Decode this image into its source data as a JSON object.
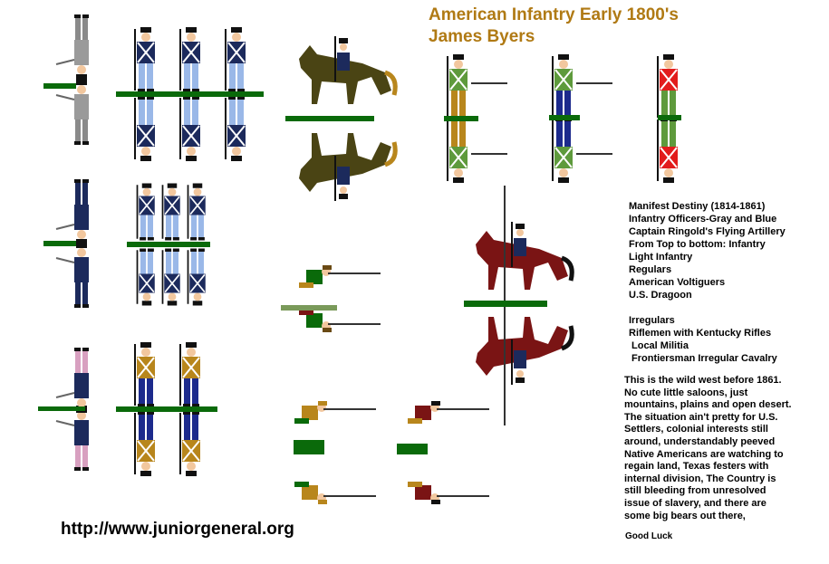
{
  "title_line1": "American Infantry Early 1800's",
  "title_line2": "James Byers",
  "legend": [
    "Manifest Destiny (1814-1861)",
    "Infantry Officers-Gray and Blue",
    "Captain Ringold's Flying Artillery",
    "From Top to bottom: Infantry",
    "Light Infantry",
    "Regulars",
    "American Voltiguers",
    "U.S. Dragoon",
    "",
    "Irregulars",
    "Riflemen with Kentucky Rifles",
    "Local Militia",
    "Frontiersman Irregular Cavalry"
  ],
  "description_lines": [
    "This is the wild west before 1861.",
    "No cute little saloons, just",
    "mountains, plains and open desert.",
    "The situation ain't pretty for U.S.",
    "Settlers, colonial interests still",
    "around, understandably peeved",
    "Native Americans are watching to",
    "regain    land, Texas festers with",
    "internal division, The Country is",
    "still bleeding from unresolved",
    "issue of slavery, and there are",
    "some big bears out there,"
  ],
  "sign_off": "Good Luck",
  "url": "http://www.juniorgeneral.org",
  "colors": {
    "title": "#b07a14",
    "base_green": "#0a6a0a",
    "navy": "#1c2a5c",
    "light_blue": "#9ab8e8",
    "gray": "#9a9a9a",
    "brown_horse": "#4a4414",
    "red_horse": "#7a1414",
    "buckskin": "#b8861c",
    "militia_green": "#5e9a3c",
    "red_coat": "#e21c1c"
  },
  "icons": [
    "officer-figure-icon",
    "infantry-figure-icon",
    "dragoon-figure-icon",
    "rifleman-figure-icon",
    "cavalry-figure-icon"
  ]
}
